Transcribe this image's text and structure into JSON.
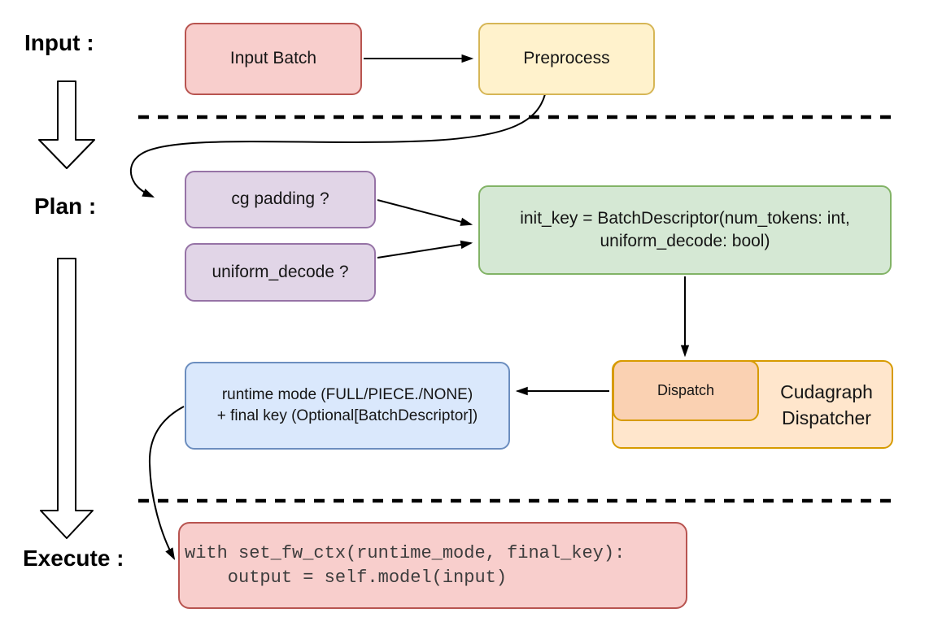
{
  "stages": {
    "input": "Input :",
    "plan": "Plan :",
    "execute": "Execute :"
  },
  "nodes": {
    "input_batch": {
      "label": "Input Batch"
    },
    "preprocess": {
      "label": "Preprocess"
    },
    "cg_padding": {
      "label": "cg padding ?"
    },
    "uniform_decode": {
      "label": "uniform_decode ?"
    },
    "init_key": {
      "line1": "init_key = BatchDescriptor(num_tokens: int,",
      "line2": "uniform_decode: bool)"
    },
    "dispatch": {
      "label": "Dispatch"
    },
    "cudagraph_dispatcher": {
      "label": "Cudagraph Dispatcher"
    },
    "runtime_result": {
      "line1": "runtime mode (FULL/PIECE./NONE)",
      "line2": "+ final key (Optional[BatchDescriptor])"
    },
    "execute_code": {
      "line1": "with set_fw_ctx(runtime_mode, final_key):",
      "line2": "    output = self.model(input)"
    }
  },
  "colors": {
    "red_fill": "#f8cecc",
    "red_stroke": "#b85450",
    "yellow_fill": "#fff2cc",
    "yellow_stroke": "#d6b656",
    "purple_fill": "#e1d5e7",
    "purple_stroke": "#9673a6",
    "green_fill": "#d5e8d4",
    "green_stroke": "#82b366",
    "blue_fill": "#dae8fc",
    "blue_stroke": "#6c8ebf",
    "orange_fill": "#ffe6cc",
    "orange_inner_fill": "#fad1b2",
    "orange_stroke": "#d79b00",
    "connector": "#000000"
  }
}
